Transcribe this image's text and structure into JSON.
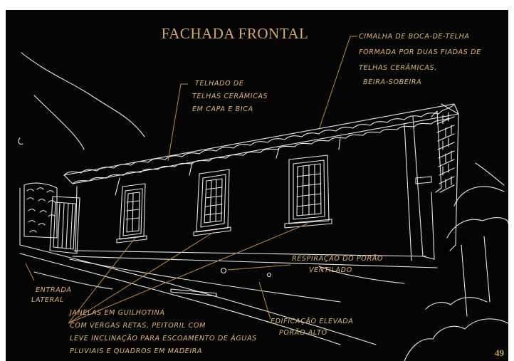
{
  "title": "FACHADA FRONTAL",
  "page_number": "49",
  "colors": {
    "background": "#050505",
    "sketch": "#e9e9e9",
    "annotation": "#e2b676",
    "leader": "#c08a45"
  },
  "annotations": {
    "cimalha": [
      "CIMALHA DE BOCA-DE-TELHA",
      "FORMADA POR DUAS FIADAS DE",
      "TELHAS CERÂMICAS,",
      "BEIRA-SOBEIRA"
    ],
    "telhado": [
      "TELHADO DE",
      "TELHAS CERÂMICAS",
      "EM CAPA E BICA"
    ],
    "respiracao": [
      "RESPIRAÇÃO DO PORÃO",
      "VENTILADO"
    ],
    "entrada": [
      "ENTRADA",
      "LATERAL"
    ],
    "janelas": [
      "JANELAS EM GUILHOTINA",
      "COM VERGAS RETAS, PEITORIL COM",
      "LEVE INCLINAÇÃO PARA ESCOAMENTO DE ÁGUAS",
      "PLUVIAIS E QUADROS EM MADEIRA"
    ],
    "edificacao": [
      "EDIFICAÇÃO ELEVADA",
      "PORÃO ALTO"
    ]
  }
}
